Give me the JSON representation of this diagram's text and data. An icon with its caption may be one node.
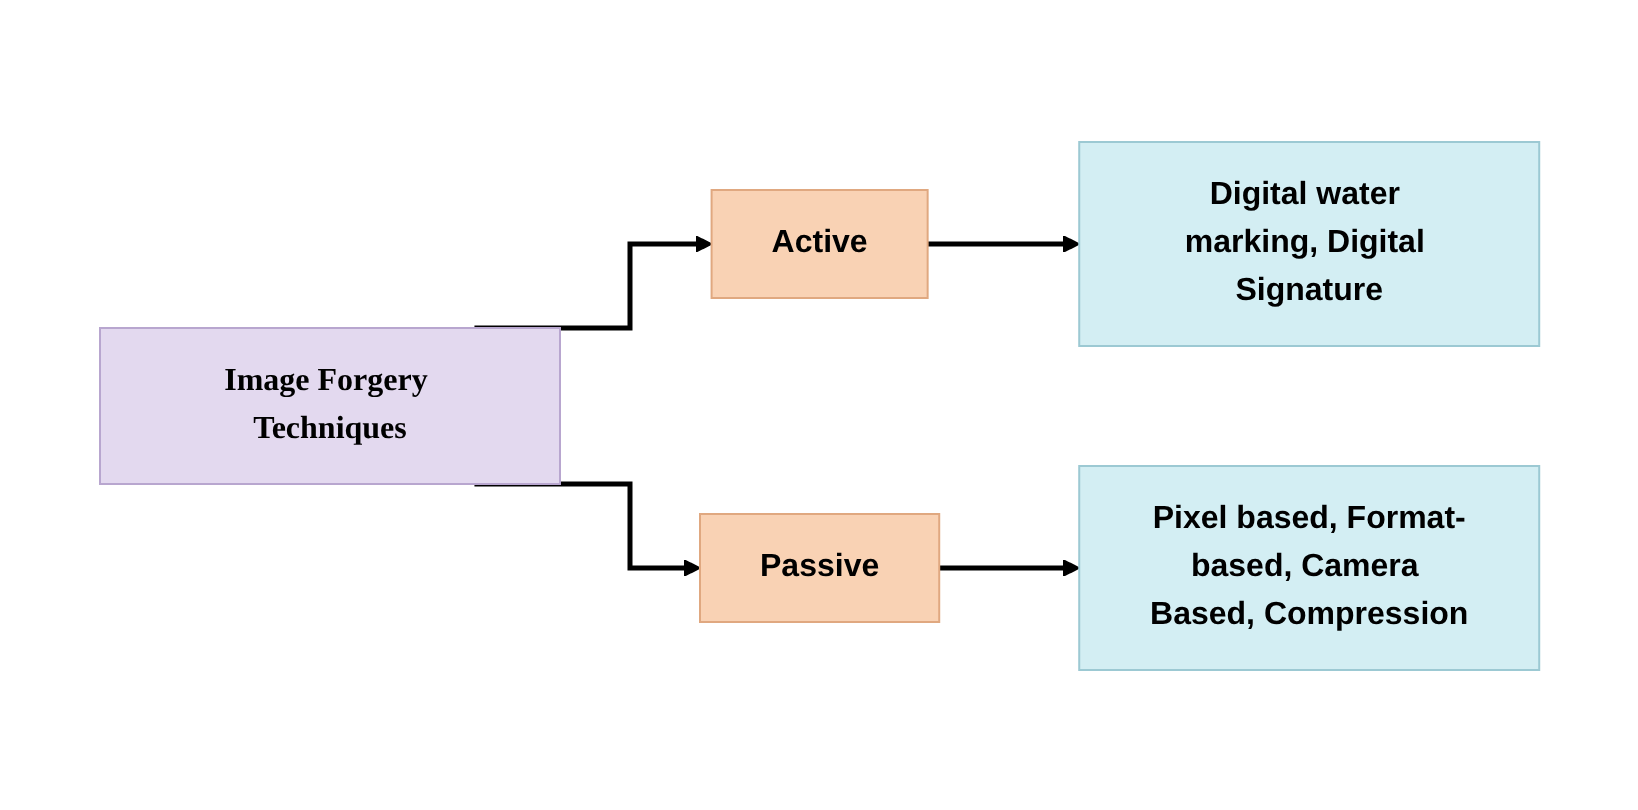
{
  "diagram": {
    "nodes": [
      {
        "text": [
          "Image Forgery Techniques"
        ]
      },
      {
        "text": [
          "Active"
        ]
      },
      {
        "text": [
          "Passive"
        ]
      },
      {
        "text": [
          "Digital water marking, Digital Signature"
        ]
      },
      {
        "text": [
          "Pixel based, Format-based, Camera Based, Compression"
        ]
      }
    ],
    "edges": [
      {
        "from": 0,
        "to": 1,
        "arrow": "to"
      },
      {
        "from": 0,
        "to": 2,
        "arrow": "to"
      },
      {
        "from": 1,
        "to": 3,
        "arrow": "to"
      },
      {
        "from": 2,
        "to": 4,
        "arrow": "to"
      }
    ]
  }
}
